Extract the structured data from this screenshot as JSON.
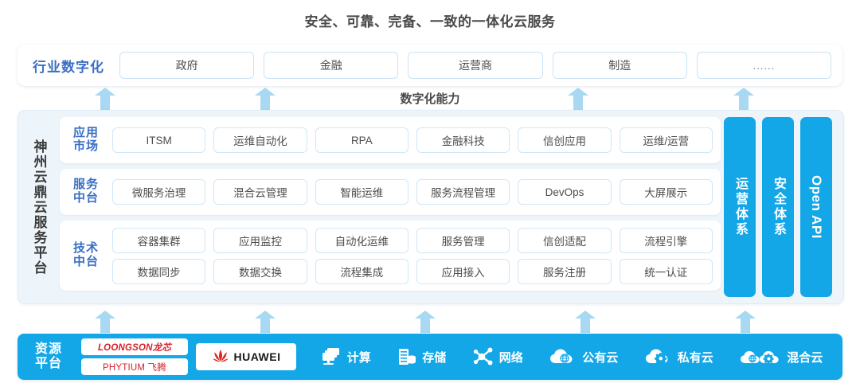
{
  "title": "安全、可靠、完备、一致的一体化云服务",
  "industry": {
    "label": "行业数字化",
    "items": [
      {
        "label": "政府"
      },
      {
        "label": "金融"
      },
      {
        "label": "运营商"
      },
      {
        "label": "制造"
      },
      {
        "label": "......"
      }
    ]
  },
  "capability_caption": "数字化能力",
  "platform_label": "神州云鼎云服务平台",
  "rows": [
    {
      "label": "应用市场",
      "label_lines": [
        "应用",
        "市场"
      ],
      "lines": [
        [
          "ITSM",
          "运维自动化",
          "RPA",
          "金融科技",
          "信创应用",
          "运维/运营"
        ]
      ]
    },
    {
      "label": "服务中台",
      "label_lines": [
        "服务",
        "中台"
      ],
      "lines": [
        [
          "微服务治理",
          "混合云管理",
          "智能运维",
          "服务流程管理",
          "DevOps",
          "大屏展示"
        ]
      ]
    },
    {
      "label": "技术中台",
      "label_lines": [
        "技术",
        "中台"
      ],
      "lines": [
        [
          "容器集群",
          "应用监控",
          "自动化运维",
          "服务管理",
          "信创适配",
          "流程引擎"
        ],
        [
          "数据同步",
          "数据交换",
          "流程集成",
          "应用接入",
          "服务注册",
          "统一认证"
        ]
      ]
    }
  ],
  "vertical_bars": [
    {
      "label": "运营体系",
      "type": "cn"
    },
    {
      "label": "安全体系",
      "type": "cn"
    },
    {
      "label": "Open API",
      "type": "en"
    }
  ],
  "resource": {
    "label": "资源平台",
    "label_lines": [
      "资源",
      "平台"
    ],
    "logos": [
      {
        "name": "loongson-logo",
        "text": "LOONGSON龙芯"
      },
      {
        "name": "phytium-logo",
        "text": "PHYTIUM 飞腾"
      },
      {
        "name": "huawei-logo",
        "text": "HUAWEI"
      }
    ],
    "items": [
      {
        "label": "计算",
        "icon": "compute-icon"
      },
      {
        "label": "存储",
        "icon": "storage-icon"
      },
      {
        "label": "网络",
        "icon": "network-icon"
      },
      {
        "label": "公有云",
        "icon": "public-cloud-icon"
      },
      {
        "label": "私有云",
        "icon": "private-cloud-icon"
      },
      {
        "label": "混合云",
        "icon": "hybrid-cloud-icon"
      }
    ]
  },
  "colors": {
    "brand_blue": "#13a7e8",
    "label_blue": "#3a6fc4",
    "arrow_blue": "#a8d8f2",
    "panel_tint": "#eef5fa",
    "logo_red": "#d62128"
  }
}
